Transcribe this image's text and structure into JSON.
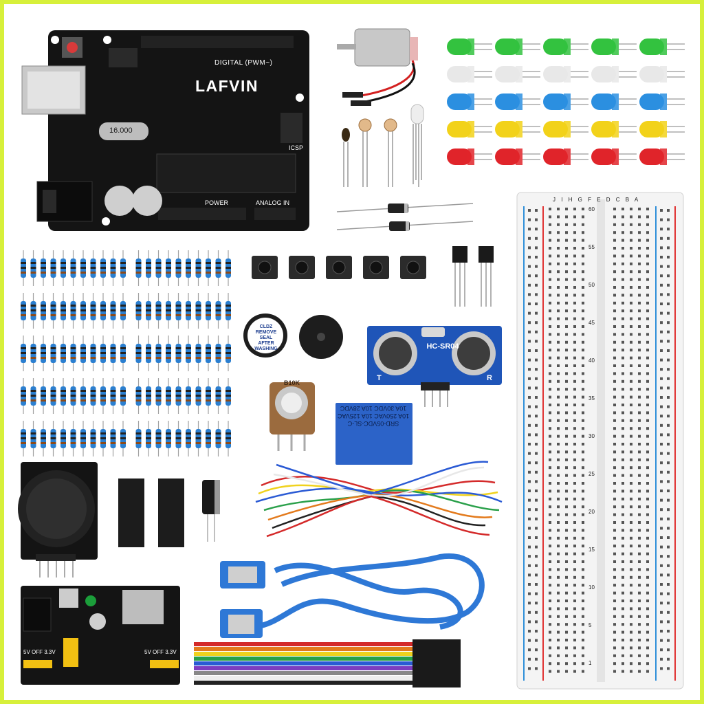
{
  "kit": {
    "board_brand": "LAFVIN",
    "board_header_label": "DIGITAL (PWM~)",
    "power_label": "POWER",
    "analog_label": "ANALOG IN",
    "icsp_label": "ICSP",
    "crystal_label": "16.000",
    "sensor_label": "HC-SR04",
    "sensor_pin_t": "T",
    "sensor_pin_r": "R",
    "relay_text": "SRD-05VDC-SL-C\n10A 250VAC 10A 125VAC\n10A 30VDC 10A 28VDC",
    "buzzer_sticker": "CLDZ\nREMOVE\nSEAL\nAFTER\nWASHING",
    "pot_label": "B10K",
    "psu_label_left": "5V  OFF  3.3V",
    "psu_label_right": "5V  OFF  3.3V",
    "breadboard_top_letters": "J I H G F   E D C B A",
    "breadboard_numbers": [
      "60",
      "55",
      "50",
      "45",
      "40",
      "35",
      "30",
      "25",
      "20",
      "15",
      "10",
      "5",
      "1"
    ]
  },
  "colors": {
    "frame": "#d7f03a",
    "board": "#141414",
    "sensor_pcb": "#1f55b8",
    "relay": "#2c63c8",
    "usb_cable": "#2e78d6"
  }
}
